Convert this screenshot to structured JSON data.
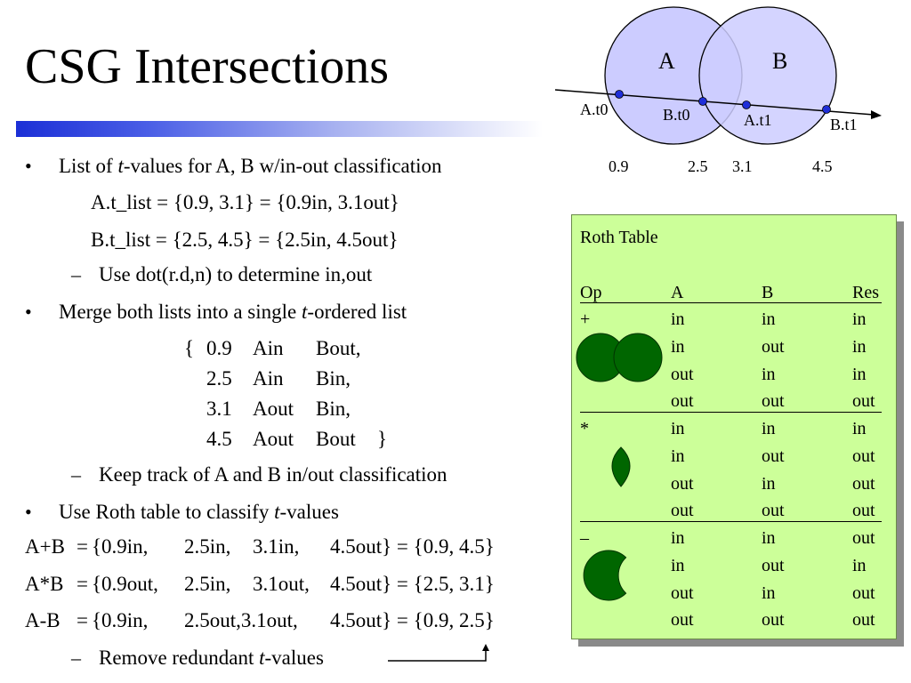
{
  "title": "CSG Intersections",
  "bullets": {
    "b1": {
      "pre": "List of ",
      "em": "t",
      "post": "-values for A, B w/in-out classification"
    },
    "a_list": "A.t_list = {0.9, 3.1} = {0.9in, 3.1out}",
    "b_list": "B.t_list = {2.5, 4.5} = {2.5in, 4.5out}",
    "sub1": "Use dot(r.d,n) to determine in,out",
    "b2": {
      "pre": "Merge both lists into a single ",
      "em": "t",
      "post": "-ordered list"
    },
    "merged": [
      {
        "open": "{",
        "t": "0.9",
        "a": "Ain",
        "b": "Bout,",
        "close": ""
      },
      {
        "open": "",
        "t": "2.5",
        "a": "Ain",
        "b": "Bin,",
        "close": ""
      },
      {
        "open": "",
        "t": "3.1",
        "a": "Aout",
        "b": "Bin,",
        "close": ""
      },
      {
        "open": "",
        "t": "4.5",
        "a": "Aout",
        "b": "Bout",
        "close": "}"
      }
    ],
    "sub2": "Keep track of A and B in/out classification",
    "b3": {
      "pre": "Use Roth table to classify ",
      "em": "t",
      "post": "-values"
    },
    "results": [
      {
        "lhs": "A+B",
        "eq": "=",
        "c1": "{0.9in,",
        "c2": "2.5in,",
        "c3": "3.1in,",
        "c4": "4.5out} = {0.9, 4.5}"
      },
      {
        "lhs": "A*B",
        "eq": "=",
        "c1": "{0.9out,",
        "c2": "2.5in,",
        "c3": "3.1out,",
        "c4": "4.5out} = {2.5, 3.1}"
      },
      {
        "lhs": "A-B",
        "eq": "=",
        "c1": "{0.9in,",
        "c2": "2.5out,3.1out,",
        "c3": "",
        "c4": "4.5out} = {0.9, 2.5}"
      }
    ],
    "sub3": {
      "pre": "Remove redundant ",
      "em": "t",
      "post": "-values"
    },
    "bullet_char": "•",
    "dash_char": "–"
  },
  "diagram": {
    "circle_a": "A",
    "circle_b": "B",
    "points": [
      "A.t0",
      "B.t0",
      "A.t1",
      "B.t1"
    ],
    "values": [
      "0.9",
      "2.5",
      "3.1",
      "4.5"
    ],
    "circle_fill": "#ccccff",
    "point_fill": "#1f2ed8"
  },
  "roth": {
    "title": "Roth Table",
    "headers": [
      "Op",
      "A",
      "B",
      "Res"
    ],
    "groups": [
      {
        "op": "+",
        "rows": [
          [
            "in",
            "in",
            "in"
          ],
          [
            "in",
            "out",
            "in"
          ],
          [
            "out",
            "in",
            "in"
          ],
          [
            "out",
            "out",
            "out"
          ]
        ]
      },
      {
        "op": "*",
        "rows": [
          [
            "in",
            "in",
            "in"
          ],
          [
            "in",
            "out",
            "out"
          ],
          [
            "out",
            "in",
            "out"
          ],
          [
            "out",
            "out",
            "out"
          ]
        ]
      },
      {
        "op": "–",
        "rows": [
          [
            "in",
            "in",
            "out"
          ],
          [
            "in",
            "out",
            "in"
          ],
          [
            "out",
            "in",
            "out"
          ],
          [
            "out",
            "out",
            "out"
          ]
        ]
      }
    ],
    "bg": "#ccff99",
    "shape_fill": "#006600"
  }
}
